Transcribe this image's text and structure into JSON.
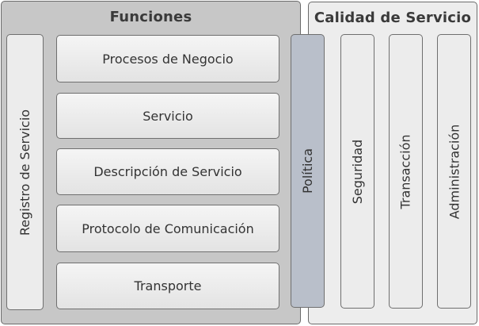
{
  "funciones": {
    "title": "Funciones",
    "registro": "Registro de Servicio",
    "layers": [
      "Procesos de Negocio",
      "Servicio",
      "Descripción de Servicio",
      "Protocolo de Comunicación",
      "Transporte"
    ]
  },
  "politica": {
    "label": "Política"
  },
  "calidad": {
    "title": "Calidad de Servicio",
    "items": [
      "Seguridad",
      "Transacción",
      "Administración"
    ]
  },
  "colors": {
    "funciones_panel": "#c7c7c7",
    "calidad_panel": "#ededed",
    "politica_box": "#b9bfca",
    "border": "#6b6b6b"
  }
}
